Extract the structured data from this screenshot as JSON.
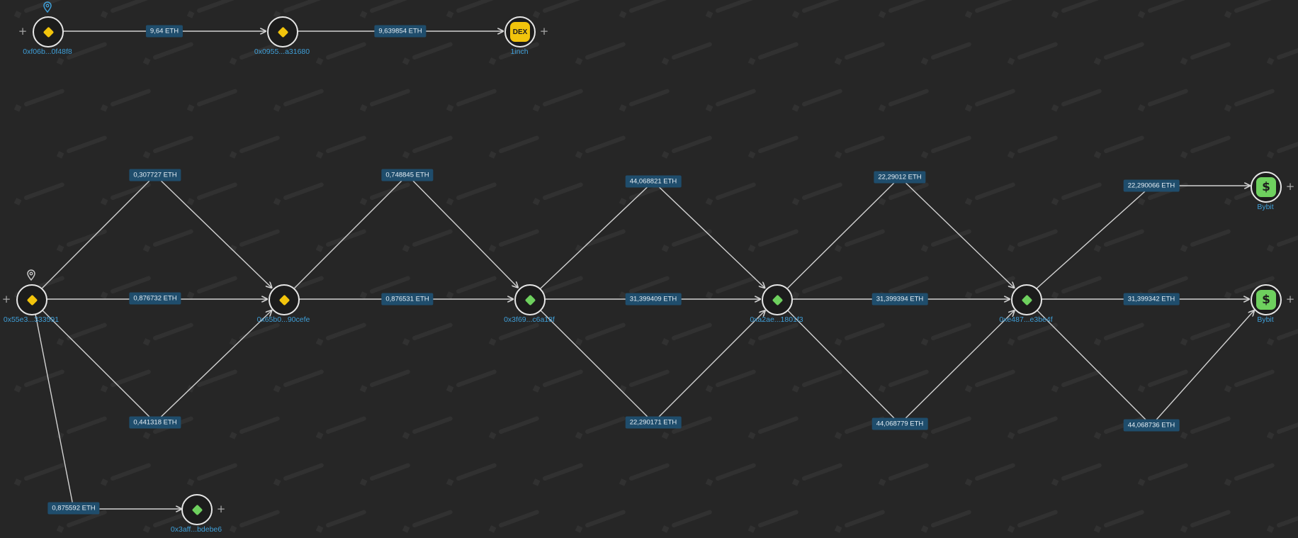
{
  "nodes": [
    {
      "id": "n1",
      "label": "0xf06b...0f48f8",
      "kind": "wallet",
      "color": "#f2c40c",
      "pin": true,
      "pin_color": "#3f9fd8",
      "plus_left": true,
      "plus_right": false
    },
    {
      "id": "n2",
      "label": "0x0955...a31680",
      "kind": "wallet",
      "color": "#f2c40c",
      "pin": false,
      "plus_left": false,
      "plus_right": false
    },
    {
      "id": "n3",
      "label": "1inch",
      "kind": "dex",
      "badge": "DEX",
      "pin": false,
      "plus_left": false,
      "plus_right": true
    },
    {
      "id": "s",
      "label": "0x55e3...333591",
      "kind": "wallet",
      "color": "#f2c40c",
      "pin": true,
      "pin_color": "#c8c8c8",
      "plus_left": true,
      "plus_right": false
    },
    {
      "id": "a",
      "label": "0x65b0...90cefe",
      "kind": "wallet",
      "color": "#f2c40c",
      "pin": false,
      "plus_left": false,
      "plus_right": false
    },
    {
      "id": "b",
      "label": "0x3f69...c6a18f",
      "kind": "wallet",
      "color": "#6ed05e",
      "pin": false,
      "plus_left": false,
      "plus_right": false
    },
    {
      "id": "c",
      "label": "0xa2ae...1801f3",
      "kind": "wallet",
      "color": "#6ed05e",
      "pin": false,
      "plus_left": false,
      "plus_right": false
    },
    {
      "id": "d",
      "label": "0xe487...e3be4f",
      "kind": "wallet",
      "color": "#6ed05e",
      "pin": false,
      "plus_left": false,
      "plus_right": false
    },
    {
      "id": "e1",
      "label": "Bybit",
      "kind": "exchange",
      "badge": "$",
      "pin": false,
      "plus_left": false,
      "plus_right": true
    },
    {
      "id": "e2",
      "label": "Bybit",
      "kind": "exchange",
      "badge": "$",
      "pin": false,
      "plus_left": false,
      "plus_right": true
    },
    {
      "id": "f",
      "label": "0x3aff...bdebe6",
      "kind": "wallet",
      "color": "#6ed05e",
      "pin": false,
      "plus_left": false,
      "plus_right": true
    }
  ],
  "edges": [
    {
      "from": "n1",
      "to": "n2",
      "label": "9,64 ETH"
    },
    {
      "from": "n2",
      "to": "n3",
      "label": "9,639854 ETH"
    },
    {
      "from": "s",
      "to": "a",
      "label": "0,307727 ETH"
    },
    {
      "from": "s",
      "to": "a",
      "label": "0,876732 ETH"
    },
    {
      "from": "s",
      "to": "a",
      "label": "0,441318 ETH"
    },
    {
      "from": "s",
      "to": "f",
      "label": "0,875592 ETH"
    },
    {
      "from": "a",
      "to": "b",
      "label": "0,748845 ETH"
    },
    {
      "from": "a",
      "to": "b",
      "label": "0,876531 ETH"
    },
    {
      "from": "b",
      "to": "c",
      "label": "44,068821 ETH"
    },
    {
      "from": "b",
      "to": "c",
      "label": "31,399409 ETH"
    },
    {
      "from": "b",
      "to": "c",
      "label": "22,290171 ETH"
    },
    {
      "from": "c",
      "to": "d",
      "label": "22,29012 ETH"
    },
    {
      "from": "c",
      "to": "d",
      "label": "31,399394 ETH"
    },
    {
      "from": "c",
      "to": "d",
      "label": "44,068779 ETH"
    },
    {
      "from": "d",
      "to": "e1",
      "label": "22,290066 ETH"
    },
    {
      "from": "d",
      "to": "e2",
      "label": "31,399342 ETH"
    },
    {
      "from": "d",
      "to": "e2",
      "label": "44,068736 ETH"
    }
  ],
  "colors": {
    "background": "#262626",
    "edge_line": "#d2d2d2",
    "edge_label_bg": "#1f4d6c",
    "address_text": "#3f9fd8"
  }
}
